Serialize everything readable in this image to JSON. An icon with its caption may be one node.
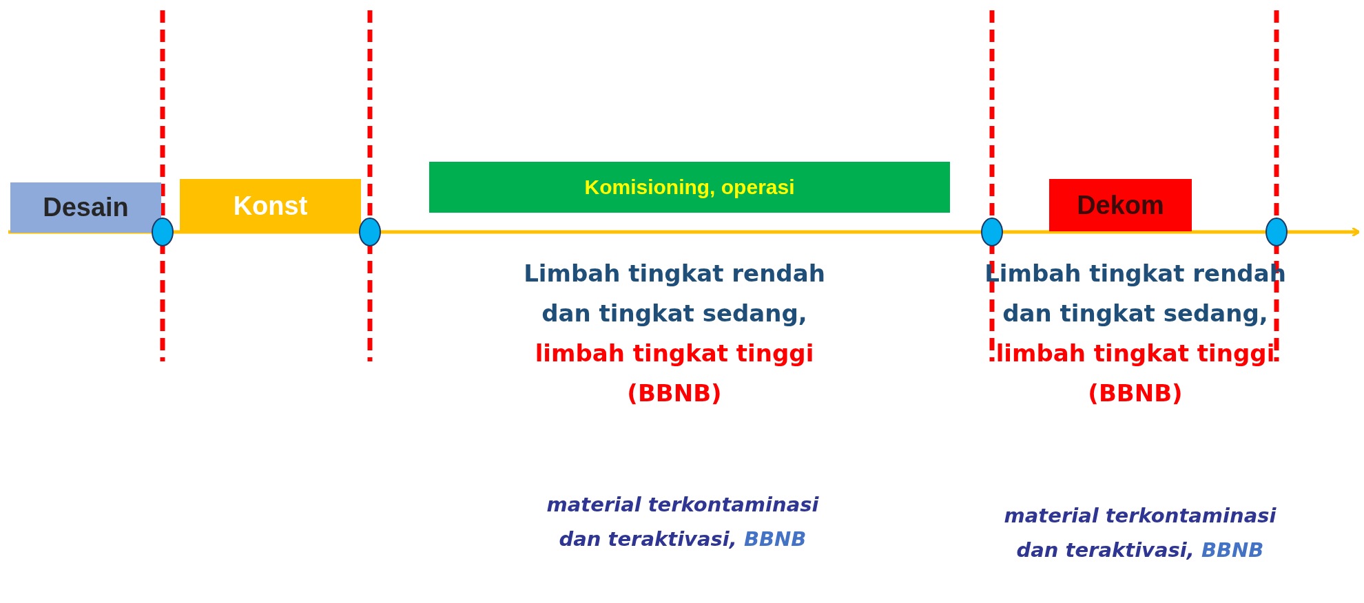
{
  "diagram": {
    "nodes": [
      {
        "text": [
          "Desain"
        ]
      },
      {
        "text": [
          "Konst"
        ]
      },
      {
        "text": [
          "Komisioning, operasi"
        ]
      },
      {
        "text": [
          "Dekom"
        ]
      },
      {
        "text": [],
        "shape": "circle"
      },
      {
        "text": [],
        "shape": "circle"
      },
      {
        "text": [],
        "shape": "circle"
      },
      {
        "text": [],
        "shape": "circle"
      }
    ],
    "edges": [],
    "labels": [
      "Limbah tingkat rendah dan tingkat sedang,",
      "limbah tingkat tinggi (BBNB)",
      "material terkontaminasi dan teraktivasi,",
      "BBNB",
      "Limbah tingkat rendah dan tingkat sedang,",
      "limbah tingkat tinggi (BBNB)",
      "material terkontaminasi dan teraktivasi,",
      "BBNB"
    ]
  }
}
